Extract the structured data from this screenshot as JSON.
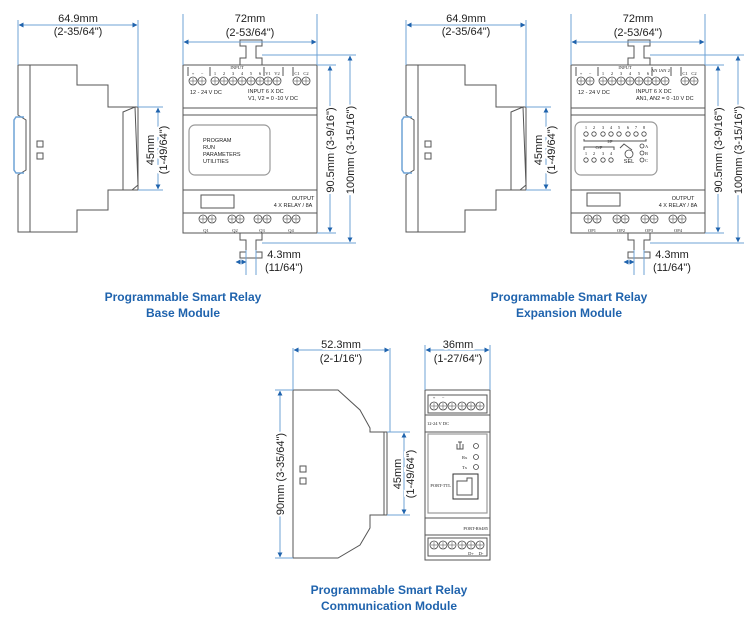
{
  "colors": {
    "title": "#1f63ad",
    "dimension": "#6fa3d6",
    "outline": "#555555"
  },
  "base": {
    "side_width_mm": "64.9mm",
    "side_width_in": "(2-35/64\")",
    "front_width_mm": "72mm",
    "front_width_in": "(2-53/64\")",
    "rail_mm": "45mm",
    "rail_in": "(1-49/64\")",
    "height_body": "90.5mm (3-9/16\")",
    "height_total": "100mm (3-15/16\")",
    "clip_mm": "4.3mm",
    "clip_in": "(11/64\")",
    "terminals": [
      "+",
      "−",
      "1",
      "2",
      "3",
      "4",
      "5",
      "6",
      "V1",
      "V2",
      "C1",
      "C2"
    ],
    "input_header": "INPUT",
    "supply": "12 - 24 V DC",
    "input_line1": "INPUT    6 X DC",
    "input_line2": "V1, V2 = 0 -10 V DC",
    "menu": [
      "PROGRAM",
      "RUN",
      "PARAMETERS",
      "UTILITIES"
    ],
    "output_line1": "OUTPUT",
    "output_line2": "4 X RELAY / 8A",
    "outputs": [
      "Q1",
      "Q2",
      "Q3",
      "Q4"
    ],
    "title_line1": "Programmable Smart Relay",
    "title_line2": "Base Module"
  },
  "expansion": {
    "side_width_mm": "64.9mm",
    "side_width_in": "(2-35/64\")",
    "front_width_mm": "72mm",
    "front_width_in": "(2-53/64\")",
    "rail_mm": "45mm",
    "rail_in": "(1-49/64\")",
    "height_body": "90.5mm (3-9/16\")",
    "height_total": "100mm (3-15/16\")",
    "clip_mm": "4.3mm",
    "clip_in": "(11/64\")",
    "terminals": [
      "+",
      "−",
      "1",
      "2",
      "3",
      "4",
      "5",
      "6",
      "AN 1",
      "AN 2",
      "C1",
      "C2"
    ],
    "input_header": "INPUT",
    "supply": "12 - 24 V DC",
    "input_line1": "INPUT    6 X DC",
    "input_line2": "AN1, AN2 = 0 -10 V DC",
    "led_input_label": "I/P",
    "led_inputs": [
      "1",
      "2",
      "3",
      "4",
      "5",
      "6",
      "7",
      "8"
    ],
    "led_output_label": "O/P",
    "led_outputs": [
      "1",
      "2",
      "3",
      "4"
    ],
    "select_label": "SEL",
    "select_options": [
      "A",
      "B",
      "C"
    ],
    "output_line1": "OUTPUT",
    "output_line2": "4 X RELAY / 8A",
    "outputs": [
      "OP1",
      "OP2",
      "OP3",
      "OP4"
    ],
    "title_line1": "Programmable Smart Relay",
    "title_line2": "Expansion Module"
  },
  "communication": {
    "side_width_mm": "52.3mm",
    "side_width_in": "(2-1/16\")",
    "front_width_mm": "36mm",
    "front_width_in": "(1-27/64\")",
    "height": "90mm (3-35/64\")",
    "rail_mm": "45mm",
    "rail_in": "(1-49/64\")",
    "supply_terminals": [
      "+",
      "−"
    ],
    "supply": "12-24 V DC",
    "rx": "Rx",
    "tx": "Tx",
    "port_ttl": "PORT-TTL",
    "port_rs485": "PORT-RS485",
    "bus_terminals": [
      "D+",
      "D-"
    ],
    "title_line1": "Programmable Smart Relay",
    "title_line2": "Communication Module"
  }
}
